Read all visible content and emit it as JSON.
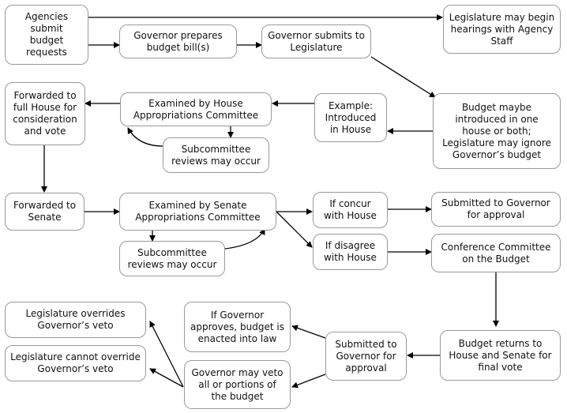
{
  "nodes": {
    "agencies": "Agencies\nsubmit\nbudget\nrequests",
    "governor_prepares": "Governor prepares\nbudget bill(s)",
    "governor_submits": "Governor submits to\nLegislature",
    "hearings": "Legislature may begin\nhearings with Agency\nStaff",
    "forwarded_house": "Forwarded to\nfull House for\nconsideration\nand vote",
    "house_approps": "Examined by House\nAppropriations Committee",
    "example_house": "Example:\nIntroduced\nin House",
    "budget_introduced": "Budget maybe\nintroduced in one\nhouse or both;\nLegislature may ignore\nGovernor’s budget",
    "house_subcommittee": "Subcommittee\nreviews may occur",
    "forwarded_senate": "Forwarded to\nSenate",
    "senate_approps": "Examined by Senate\nAppropriations Committee",
    "concur": "If concur\nwith House",
    "submitted_governor_1": "Submitted to Governor\nfor approval",
    "senate_subcommittee": "Subcommittee\nreviews may occur",
    "disagree": "If disagree\nwith House",
    "conference": "Conference Committee\non the Budget",
    "override": "Legislature overrides\nGovernor’s veto",
    "cannot_override": "Legislature cannot override\nGovernor’s veto",
    "approves": "If Governor\napproves, budget is\nenacted into law",
    "veto": "Governor may veto\nall or portions of\nthe budget",
    "submitted_governor_2": "Submitted to\nGovernor for\napproval",
    "returns": "Budget returns to\nHouse and Senate for\nfinal vote"
  }
}
